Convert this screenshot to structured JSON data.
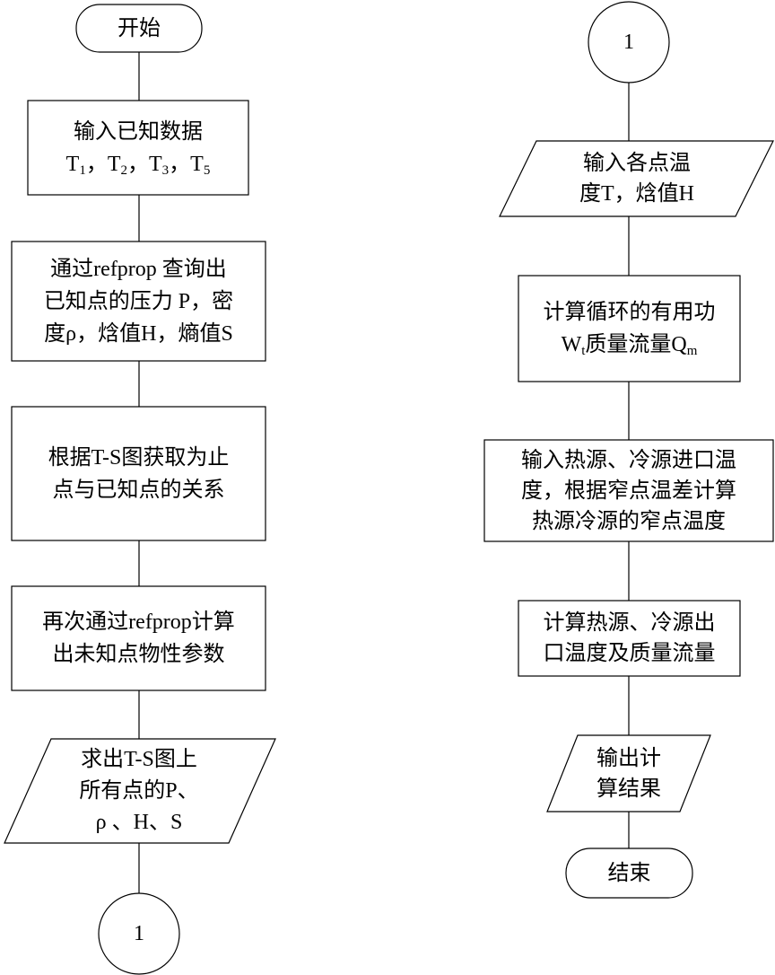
{
  "left": {
    "start": "开始",
    "step1": {
      "line1": "输入已知数据",
      "t": "T",
      "subs": [
        "1",
        "2",
        "3",
        "5"
      ],
      "sep": "，"
    },
    "step2": [
      "通过refprop 查询出",
      "已知点的压力 P，密",
      "度ρ，焓值H，熵值S"
    ],
    "step3": [
      "根据T-S图获取为止",
      "点与已知点的关系"
    ],
    "step4": [
      "再次通过refprop计算",
      "出未知点物性参数"
    ],
    "output": [
      "求出T-S图上",
      "所有点的P、",
      "ρ 、H、S"
    ],
    "connector": "1"
  },
  "right": {
    "connector": "1",
    "input": [
      "输入各点温",
      "度T，焓值H"
    ],
    "calc1": {
      "line1": "计算循环的有用功",
      "w": "W",
      "w_sub": "t",
      "mid": "质量流量",
      "q": "Q",
      "q_sub": "m"
    },
    "calc2": [
      "输入热源、冷源进口温",
      "度，根据窄点温差计算",
      "热源冷源的窄点温度"
    ],
    "calc3": [
      "计算热源、冷源出",
      "口温度及质量流量"
    ],
    "output": [
      "输出计",
      "算结果"
    ],
    "end": "结束"
  }
}
